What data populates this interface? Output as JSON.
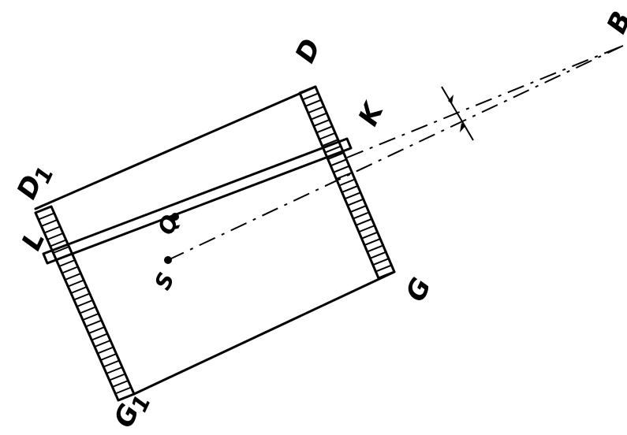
{
  "diagram": {
    "labels": {
      "D": "D",
      "D1": "D",
      "D1_sub": "1",
      "G": "G",
      "G1": "G",
      "G1_sub": "1",
      "L": "L",
      "K": "K",
      "Q": "Q",
      "S": "S",
      "B": "B"
    }
  }
}
